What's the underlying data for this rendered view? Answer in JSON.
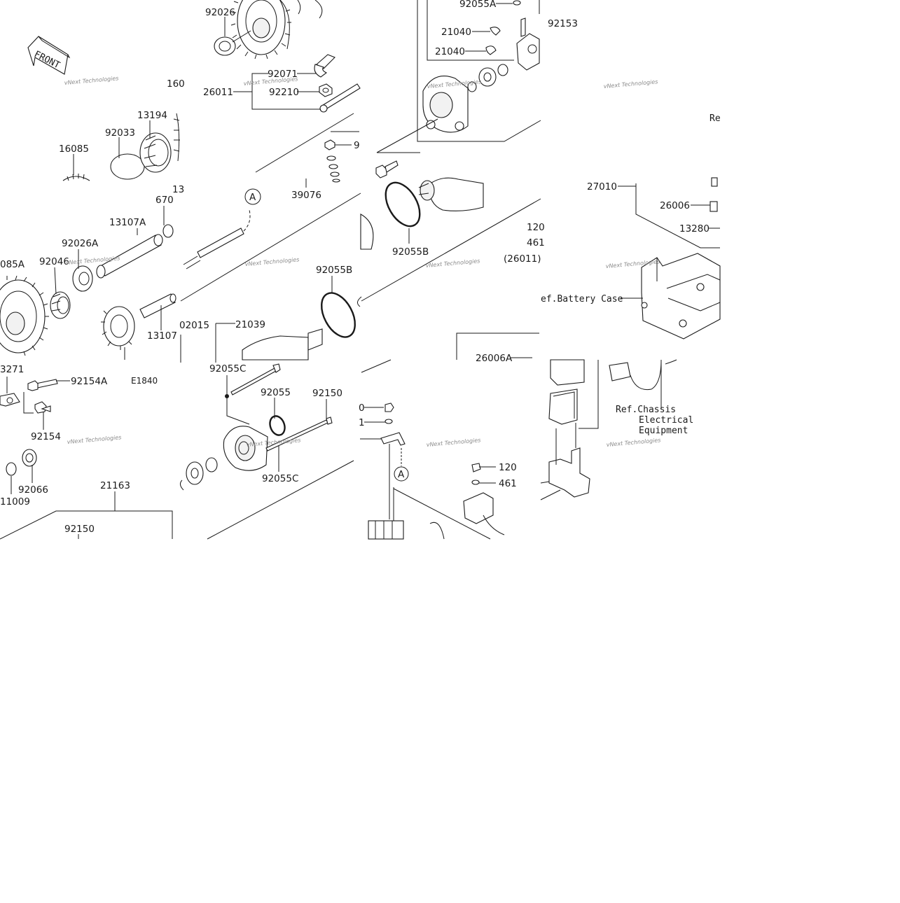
{
  "diagram": {
    "front_label": "FRONT",
    "figure_code": "E1840",
    "circle_marker": "A",
    "watermark": "vNext Technologies",
    "part_labels": [
      "92026",
      "92055A",
      "92153",
      "21040",
      "21040",
      "16085",
      "92033",
      "13194",
      "160",
      "92071",
      "26011",
      "92210",
      "9",
      "39076",
      "92055B",
      "92055B",
      "92026A",
      "670",
      "13107A",
      "92046",
      "085A",
      "13107",
      "02015",
      "21039",
      "92055C",
      "92055",
      "92150",
      "92055C",
      "3271",
      "92154A",
      "92154",
      "92066",
      "11009",
      "21163",
      "92150",
      "120",
      "461",
      "120",
      "461",
      "(26011)",
      "27010",
      "26006",
      "13280",
      "26006A",
      "Re",
      "ef.Battery Case",
      "Ref.Chassis",
      "Electrical",
      "Equipment",
      "13",
      "0",
      "1"
    ]
  }
}
